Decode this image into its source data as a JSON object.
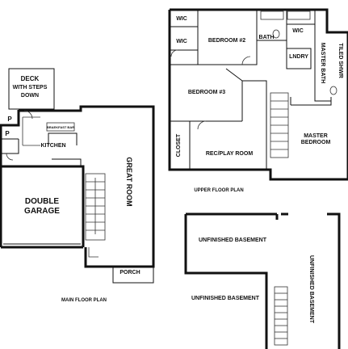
{
  "main_floor": {
    "caption": "MAIN FLOOR PLAN",
    "deck": [
      "DECK",
      "WITH STEPS",
      "DOWN"
    ],
    "kitchen": "KITCHEN",
    "breakfast_bar": "BRAEKFAST BAR",
    "great_room": "GREAT ROOM",
    "garage": [
      "DOUBLE",
      "GARAGE"
    ],
    "porch": "PORCH",
    "pantry": "P",
    "pantry2": "P"
  },
  "upper_floor": {
    "caption": "UPPER FLOOR PLAN",
    "wic_1": "WIC",
    "wic_2": "WIC",
    "wic_3": "WIC",
    "bedroom_2": "BEDROOM #2",
    "bedroom_3": "BEDROOM #3",
    "bath": "BATH",
    "laundry": "LNDRY",
    "master_bath": "MASTER BATH",
    "tiled_shower": "TILED SHWR",
    "master_bedroom": [
      "MASTER",
      "BEDROOM"
    ],
    "closet": "CLOSET",
    "rec_play": "REC/PLAY ROOM"
  },
  "basement": {
    "label_top": "UNFINISHED BASEMENT",
    "label_bottom": "UNFINISHED BASEMENT",
    "label_right": "UNFINISHED BASEMENT"
  }
}
